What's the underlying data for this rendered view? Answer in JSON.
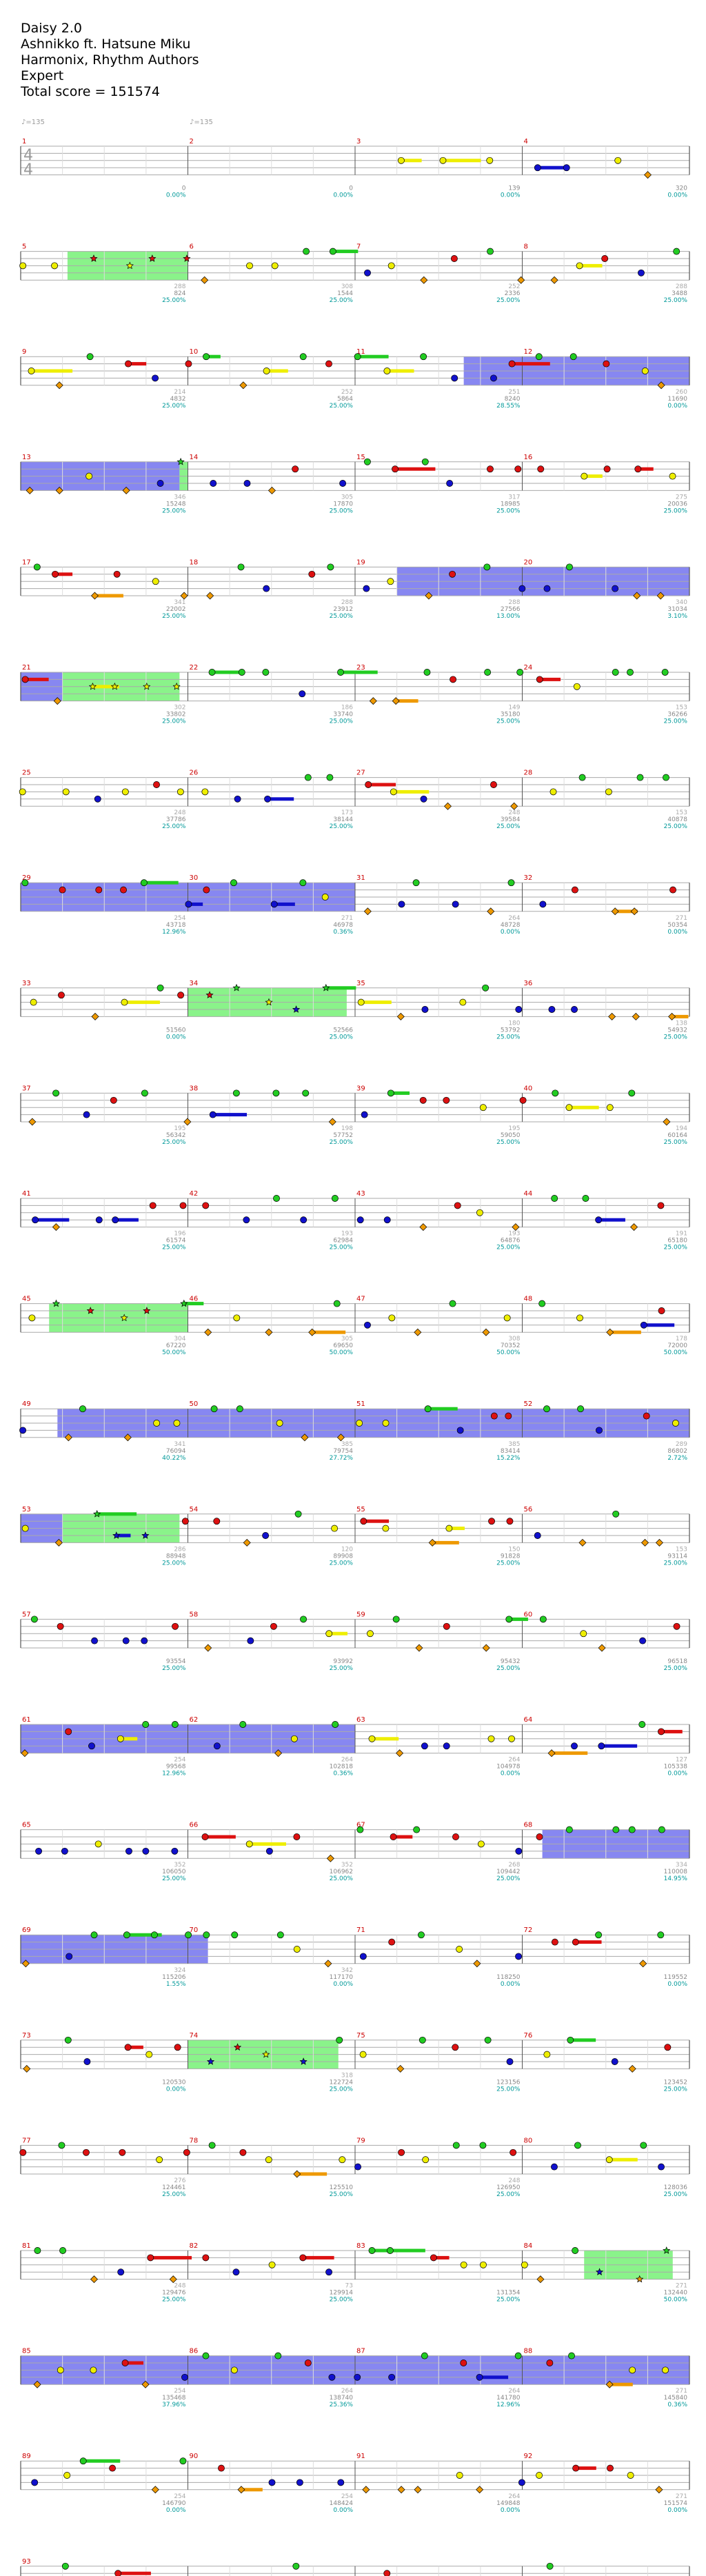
{
  "header": {
    "song": "Daisy 2.0",
    "artist": "Ashnikko ft. Hatsune Miku",
    "charter": "Harmonix, Rhythm Authors",
    "difficulty": "Expert",
    "total_score_label": "Total score = 151574"
  },
  "tempo_markers": [
    "♪=135",
    "♪=135"
  ],
  "time_signature": {
    "numerator": "4",
    "denominator": "4"
  },
  "measures": [
    {
      "n": "1",
      "bpm": "",
      "score": "0",
      "mult": ""
    },
    {
      "n": "2",
      "bpm": "",
      "score": "0",
      "mult": "0.00%"
    },
    {
      "n": "3",
      "bpm": "",
      "score": "0",
      "mult": "0.00%"
    },
    {
      "n": "4",
      "bpm": "",
      "score": "139",
      "mult": "0.00%"
    },
    {
      "n": "5",
      "bpm": "",
      "score": "320",
      "mult": "0.00%"
    },
    {
      "n": "6",
      "bpm": "288",
      "score": "824",
      "mult": "25.00%"
    },
    {
      "n": "7",
      "bpm": "308",
      "score": "1544",
      "mult": "25.00%"
    },
    {
      "n": "8",
      "bpm": "252",
      "score": "2336",
      "mult": "25.00%"
    },
    {
      "n": "9",
      "bpm": "288",
      "score": "3488",
      "mult": "25.00%"
    },
    {
      "n": "10",
      "bpm": "214",
      "score": "4832",
      "mult": "25.00%"
    },
    {
      "n": "11",
      "bpm": "252",
      "score": "5864",
      "mult": "25.00%"
    },
    {
      "n": "12",
      "bpm": "251",
      "score": "8240",
      "mult": "28.55%"
    },
    {
      "n": "13",
      "bpm": "260",
      "score": "11690",
      "mult": "0.00%"
    },
    {
      "n": "14",
      "bpm": "346",
      "score": "15248",
      "mult": "25.00%"
    },
    {
      "n": "15",
      "bpm": "305",
      "score": "17870",
      "mult": "25.00%"
    },
    {
      "n": "16",
      "bpm": "317",
      "score": "18985",
      "mult": "25.00%"
    },
    {
      "n": "17",
      "bpm": "275",
      "score": "20036",
      "mult": "25.00%"
    },
    {
      "n": "18",
      "bpm": "341",
      "score": "22002",
      "mult": "25.00%"
    },
    {
      "n": "19",
      "bpm": "288",
      "score": "23912",
      "mult": "25.00%"
    },
    {
      "n": "20",
      "bpm": "288",
      "score": "27566",
      "mult": "13.00%"
    },
    {
      "n": "21",
      "bpm": "340",
      "score": "31034",
      "mult": "3.10%"
    },
    {
      "n": "22",
      "bpm": "302",
      "score": "33802",
      "mult": "25.00%"
    },
    {
      "n": "23",
      "bpm": "186",
      "score": "33740",
      "mult": "25.00%"
    },
    {
      "n": "24",
      "bpm": "149",
      "score": "35180",
      "mult": "25.00%"
    },
    {
      "n": "25",
      "bpm": "153",
      "score": "36266",
      "mult": "25.00%"
    },
    {
      "n": "26",
      "bpm": "248",
      "score": "37786",
      "mult": "25.00%"
    },
    {
      "n": "27",
      "bpm": "173",
      "score": "38144",
      "mult": "25.00%"
    },
    {
      "n": "28",
      "bpm": "248",
      "score": "39584",
      "mult": "25.00%"
    },
    {
      "n": "29",
      "bpm": "153",
      "score": "40878",
      "mult": "25.00%"
    },
    {
      "n": "30",
      "bpm": "254",
      "score": "43718",
      "mult": "12.96%"
    },
    {
      "n": "31",
      "bpm": "271",
      "score": "46978",
      "mult": "0.36%"
    },
    {
      "n": "32",
      "bpm": "264",
      "score": "48728",
      "mult": "0.00%"
    },
    {
      "n": "33",
      "bpm": "271",
      "score": "50354",
      "mult": "0.00%"
    },
    {
      "n": "34",
      "bpm": "",
      "score": "51560",
      "mult": "0.00%"
    },
    {
      "n": "35",
      "bpm": "",
      "score": "52566",
      "mult": "25.00%"
    },
    {
      "n": "36",
      "bpm": "180",
      "score": "53792",
      "mult": "25.00%"
    },
    {
      "n": "37",
      "bpm": "138",
      "score": "54932",
      "mult": "25.00%"
    },
    {
      "n": "38",
      "bpm": "195",
      "score": "56342",
      "mult": "25.00%"
    },
    {
      "n": "39",
      "bpm": "198",
      "score": "57752",
      "mult": "25.00%"
    },
    {
      "n": "40",
      "bpm": "195",
      "score": "59050",
      "mult": "25.00%"
    },
    {
      "n": "41",
      "bpm": "194",
      "score": "60164",
      "mult": "25.00%"
    },
    {
      "n": "42",
      "bpm": "196",
      "score": "61574",
      "mult": "25.00%"
    },
    {
      "n": "43",
      "bpm": "193",
      "score": "62984",
      "mult": "25.00%"
    },
    {
      "n": "44",
      "bpm": "193",
      "score": "64876",
      "mult": "25.00%"
    },
    {
      "n": "45",
      "bpm": "191",
      "score": "65180",
      "mult": "25.00%"
    },
    {
      "n": "46",
      "bpm": "304",
      "score": "67220",
      "mult": "50.00%"
    },
    {
      "n": "47",
      "bpm": "305",
      "score": "69650",
      "mult": "50.00%"
    },
    {
      "n": "48",
      "bpm": "308",
      "score": "70352",
      "mult": "50.00%"
    },
    {
      "n": "49",
      "bpm": "178",
      "score": "72000",
      "mult": "50.00%"
    },
    {
      "n": "50",
      "bpm": "341",
      "score": "76094",
      "mult": "40.22%"
    },
    {
      "n": "51",
      "bpm": "385",
      "score": "79754",
      "mult": "27.72%"
    },
    {
      "n": "52",
      "bpm": "385",
      "score": "83414",
      "mult": "15.22%"
    },
    {
      "n": "53",
      "bpm": "289",
      "score": "86802",
      "mult": "2.72%"
    },
    {
      "n": "54",
      "bpm": "286",
      "score": "88948",
      "mult": "25.00%"
    },
    {
      "n": "55",
      "bpm": "120",
      "score": "89908",
      "mult": "25.00%"
    },
    {
      "n": "56",
      "bpm": "150",
      "score": "91828",
      "mult": "25.00%"
    },
    {
      "n": "57",
      "bpm": "153",
      "score": "93114",
      "mult": "25.00%"
    },
    {
      "n": "58",
      "bpm": "",
      "score": "93554",
      "mult": "25.00%"
    },
    {
      "n": "59",
      "bpm": "",
      "score": "93992",
      "mult": "25.00%"
    },
    {
      "n": "60",
      "bpm": "",
      "score": "95432",
      "mult": "25.00%"
    },
    {
      "n": "61",
      "bpm": "",
      "score": "96518",
      "mult": "25.00%"
    },
    {
      "n": "62",
      "bpm": "254",
      "score": "99568",
      "mult": "12.96%"
    },
    {
      "n": "63",
      "bpm": "264",
      "score": "102818",
      "mult": "0.36%"
    },
    {
      "n": "64",
      "bpm": "264",
      "score": "104978",
      "mult": "0.00%"
    },
    {
      "n": "65",
      "bpm": "127",
      "score": "105338",
      "mult": "0.00%"
    },
    {
      "n": "66",
      "bpm": "352",
      "score": "106050",
      "mult": "25.00%"
    },
    {
      "n": "67",
      "bpm": "352",
      "score": "106962",
      "mult": "25.00%"
    },
    {
      "n": "68",
      "bpm": "268",
      "score": "109442",
      "mult": "25.00%"
    },
    {
      "n": "69",
      "bpm": "334",
      "score": "110008",
      "mult": "14.95%"
    },
    {
      "n": "70",
      "bpm": "324",
      "score": "115206",
      "mult": "1.55%"
    },
    {
      "n": "71",
      "bpm": "342",
      "score": "117170",
      "mult": "0.00%"
    },
    {
      "n": "72",
      "bpm": "",
      "score": "118250",
      "mult": "0.00%"
    },
    {
      "n": "73",
      "bpm": "",
      "score": "119552",
      "mult": "0.00%"
    },
    {
      "n": "74",
      "bpm": "",
      "score": "120530",
      "mult": "0.00%"
    },
    {
      "n": "75",
      "bpm": "318",
      "score": "122724",
      "mult": "25.00%"
    },
    {
      "n": "76",
      "bpm": "",
      "score": "123156",
      "mult": "25.00%"
    },
    {
      "n": "77",
      "bpm": "",
      "score": "123452",
      "mult": "25.00%"
    },
    {
      "n": "78",
      "bpm": "276",
      "score": "124461",
      "mult": "25.00%"
    },
    {
      "n": "79",
      "bpm": "",
      "score": "125510",
      "mult": "25.00%"
    },
    {
      "n": "80",
      "bpm": "248",
      "score": "126950",
      "mult": "25.00%"
    },
    {
      "n": "81",
      "bpm": "",
      "score": "128036",
      "mult": "25.00%"
    },
    {
      "n": "82",
      "bpm": "248",
      "score": "129476",
      "mult": "25.00%"
    },
    {
      "n": "83",
      "bpm": "73",
      "score": "129914",
      "mult": "25.00%"
    },
    {
      "n": "84",
      "bpm": "",
      "score": "131354",
      "mult": "25.00%"
    },
    {
      "n": "85",
      "bpm": "271",
      "score": "132440",
      "mult": "50.00%"
    },
    {
      "n": "86",
      "bpm": "254",
      "score": "135468",
      "mult": "37.96%"
    },
    {
      "n": "87",
      "bpm": "264",
      "score": "138740",
      "mult": "25.36%"
    },
    {
      "n": "88",
      "bpm": "264",
      "score": "141780",
      "mult": "12.96%"
    },
    {
      "n": "89",
      "bpm": "271",
      "score": "145840",
      "mult": "0.36%"
    },
    {
      "n": "90",
      "bpm": "254",
      "score": "146790",
      "mult": "0.00%"
    },
    {
      "n": "91",
      "bpm": "254",
      "score": "148424",
      "mult": "0.00%"
    },
    {
      "n": "92",
      "bpm": "264",
      "score": "149848",
      "mult": "0.00%"
    },
    {
      "n": "93",
      "bpm": "271",
      "score": "151574",
      "mult": "0.00%"
    }
  ],
  "colors": {
    "green": "#22cc22",
    "red": "#dd1111",
    "yellow": "#eeee00",
    "blue": "#1111cc",
    "orange": "#ee9900",
    "overdrive_green": "#7df27d",
    "overdrive_blue": "#7a7af0",
    "measure_number": "#cc0000",
    "score_text": "#888888",
    "mult_text": "#009999"
  }
}
